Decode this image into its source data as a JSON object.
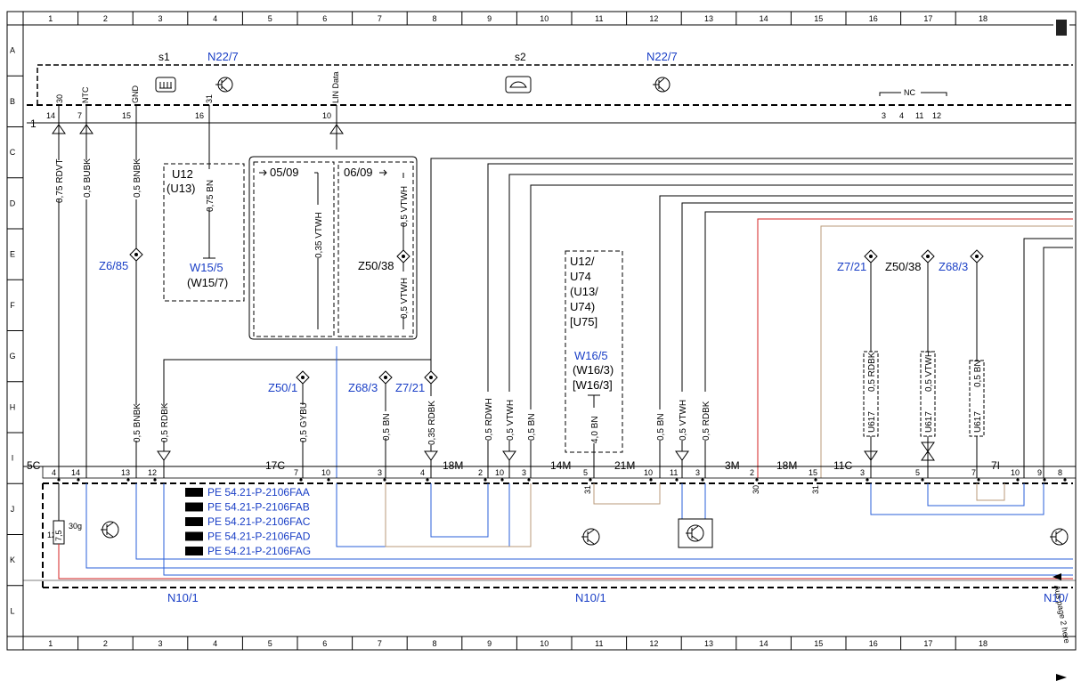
{
  "grid": {
    "cols": [
      "1",
      "2",
      "3",
      "4",
      "5",
      "6",
      "7",
      "8",
      "9",
      "10",
      "11",
      "12",
      "13",
      "14",
      "15",
      "16",
      "17",
      "18"
    ],
    "rows": [
      "A",
      "B",
      "C",
      "D",
      "E",
      "F",
      "G",
      "H",
      "I",
      "J",
      "K",
      "L"
    ]
  },
  "components": {
    "s1": "s1",
    "s2": "s2",
    "n22_7_a": "N22/7",
    "n22_7_b": "N22/7",
    "n10_1_a": "N10/1",
    "n10_1_b": "N10/1",
    "n10_1_c": "N10/",
    "u12": "U12",
    "u13": "(U13)",
    "w15_5": "W15/5",
    "w15_7": "(W15/7)",
    "u12b": "U12/",
    "u74": "U74",
    "u13b": "(U13/",
    "u74b": "U74)",
    "u75": "[U75]",
    "w16_5": "W16/5",
    "w16_3": "(W16/3)",
    "w16_3b": "[W16/3]",
    "nc": "NC",
    "date1": "05/09",
    "date2": "06/09",
    "conn_1": "1",
    "conn_5c": "5C",
    "conn_17c": "17C",
    "conn_18m_a": "18M",
    "conn_14m": "14M",
    "conn_21m": "21M",
    "conn_3m": "3M",
    "conn_18m_b": "18M",
    "conn_11c": "11C",
    "conn_7i": "7I",
    "fuse": "7,5",
    "fuse_pin": "30g",
    "page_note": "Aus page 2 here"
  },
  "splices": {
    "z6_85": "Z6/85",
    "z50_38": "Z50/38",
    "z50_1": "Z50/1",
    "z68_3": "Z68/3",
    "z7_21": "Z7/21",
    "z7_21b": "Z7/21",
    "z50_38b": "Z50/38",
    "z68_3b": "Z68/3"
  },
  "pins_top": [
    "14",
    "7",
    "15",
    "16",
    "10",
    "3",
    "4",
    "11",
    "12"
  ],
  "pin_names": [
    "30",
    "NTC",
    "GND",
    "31",
    "LIN Data"
  ],
  "wires": {
    "w1": "0,75 RDVT",
    "w2": "0,5 BUBK",
    "w3": "0,5 BNBK",
    "w4": "0,75 BN",
    "w5": "0,35 VTWH",
    "w6": "0,5 VTWH",
    "w7": "0,5 VTWH",
    "w8": "0,5 BNBK",
    "w9": "0,5 RDBK",
    "w10": "0,5 GYBU",
    "w11": "0,5 BN",
    "w12": "0,35 RDBK",
    "w13": "0,5 RDWH",
    "w14": "0,5 VTWH",
    "w15": "0,5 BN",
    "w16": "4,0 BN",
    "w17": "0,5 BN",
    "w18": "0,5 VTWH",
    "w19": "0,5 RDBK",
    "w20": "0,5 RDBK",
    "w21": "0,5 VTWH",
    "w22": "0,5 BN",
    "u617a": "U617",
    "u617b": "U617",
    "u617c": "U617"
  },
  "pins_bottom": [
    "4",
    "14",
    "13",
    "12",
    "7",
    "10",
    "3",
    "4",
    "2",
    "10",
    "3",
    "5",
    "10",
    "11",
    "3",
    "2",
    "15",
    "3",
    "5",
    "7",
    "10",
    "9",
    "8",
    "31",
    "31",
    "30",
    "12"
  ],
  "references": [
    "PE 54.21-P-2106FAA",
    "PE 54.21-P-2106FAB",
    "PE 54.21-P-2106FAC",
    "PE 54.21-P-2106FAD",
    "PE 54.21-P-2106FAG"
  ],
  "colors": {
    "blue": "#1a3fc6",
    "red": "#d62020",
    "brown": "#b89a78",
    "wire_blue": "#2a5fd8"
  }
}
